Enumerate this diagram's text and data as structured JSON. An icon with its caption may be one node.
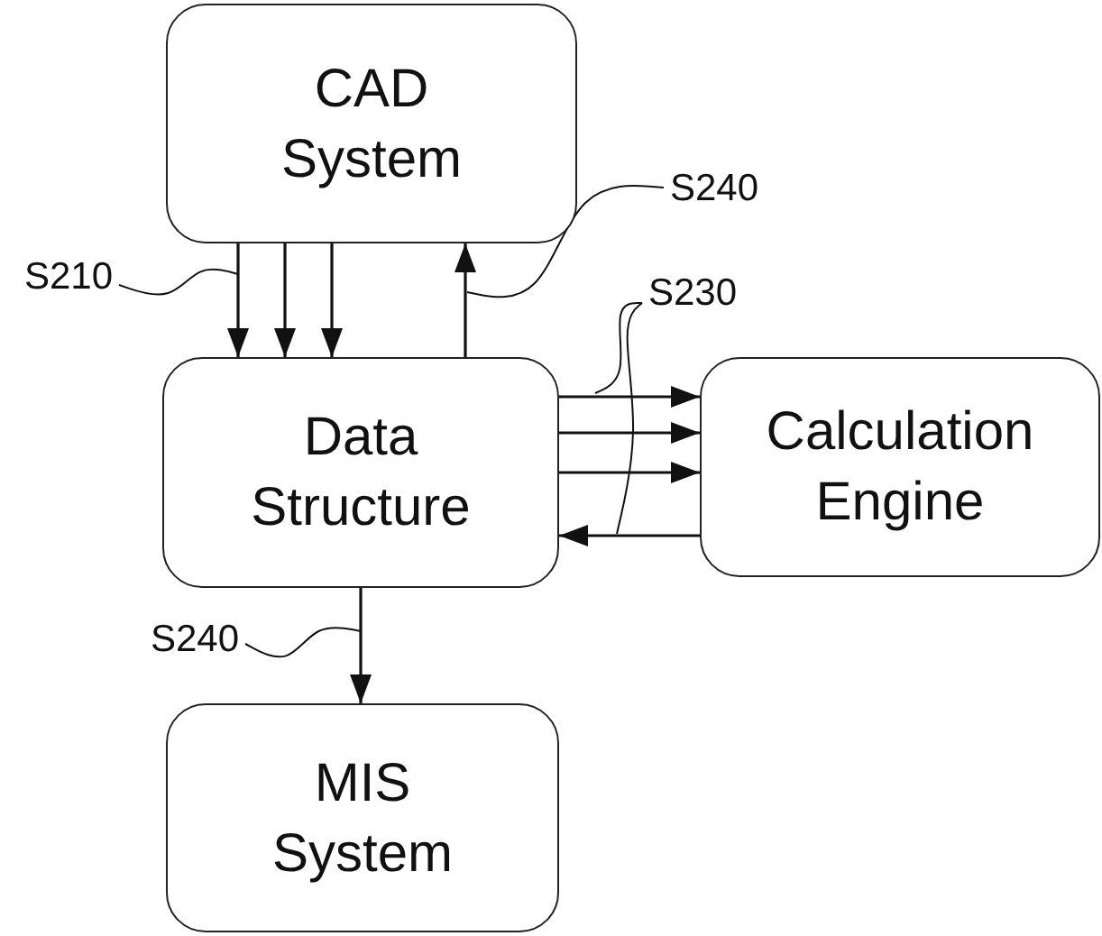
{
  "diagram": {
    "nodes": [
      {
        "text": [
          "CAD System"
        ]
      },
      {
        "text": [
          "Data Structure"
        ]
      },
      {
        "text": [
          "Calculation Engine"
        ]
      },
      {
        "text": [
          "MIS System"
        ]
      },
      {
        "text": [
          "S210"
        ]
      },
      {
        "text": [
          "S240"
        ]
      },
      {
        "text": [
          "S230"
        ]
      },
      {
        "text": [
          "S240"
        ]
      }
    ],
    "edges": [
      {
        "from": 0,
        "to": 1,
        "arrow": "to"
      },
      {
        "from": 0,
        "to": 1,
        "arrow": "to"
      },
      {
        "from": 0,
        "to": 1,
        "arrow": "to"
      },
      {
        "from": 1,
        "to": 0,
        "arrow": "to"
      },
      {
        "from": 1,
        "to": 2,
        "arrow": "to"
      },
      {
        "from": 1,
        "to": 2,
        "arrow": "to"
      },
      {
        "from": 1,
        "to": 2,
        "arrow": "to"
      },
      {
        "from": 2,
        "to": 1,
        "arrow": "to"
      },
      {
        "from": 1,
        "to": 3,
        "arrow": "to"
      },
      {
        "from": 4,
        "to": null,
        "arrow": "none"
      },
      {
        "from": 5,
        "to": null,
        "arrow": "none"
      },
      {
        "from": 6,
        "to": null,
        "arrow": "none"
      },
      {
        "from": 6,
        "to": null,
        "arrow": "none"
      },
      {
        "from": 7,
        "to": null,
        "arrow": "none"
      }
    ]
  }
}
